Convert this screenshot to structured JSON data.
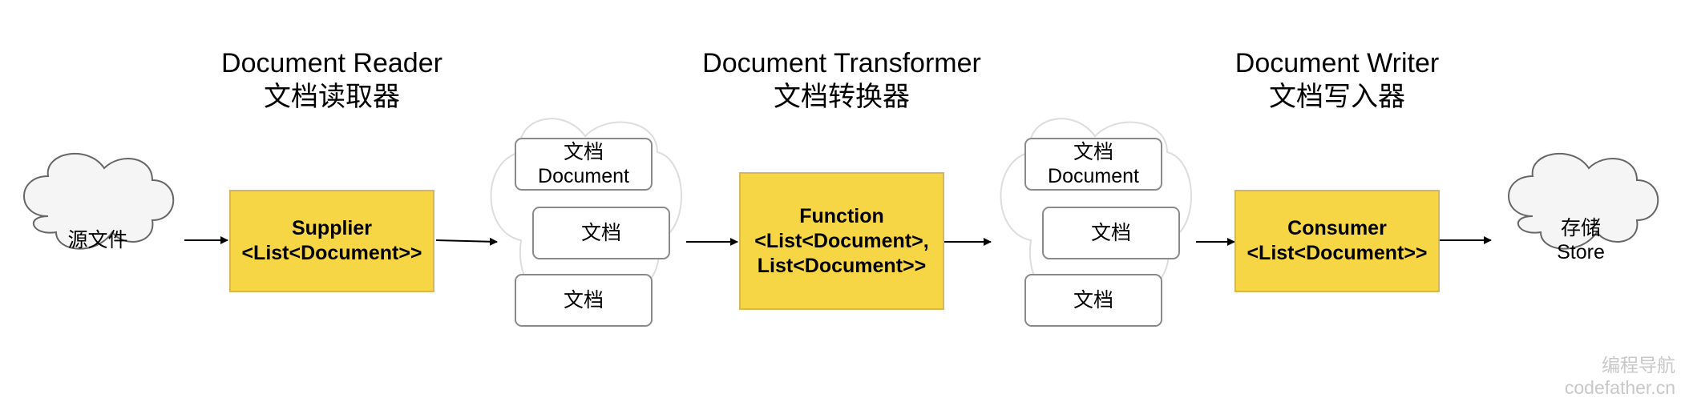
{
  "source": {
    "label": "源文件"
  },
  "reader": {
    "title_en": "Document Reader",
    "title_cn": "文档读取器",
    "line1": "Supplier",
    "line2": "<List<Document>>"
  },
  "documents_1": {
    "item1_cn": "文档",
    "item1_en": "Document",
    "item2": "文档",
    "item3": "文档"
  },
  "transformer": {
    "title_en": "Document Transformer",
    "title_cn": "文档转换器",
    "line1": "Function",
    "line2": "<List<Document>,",
    "line3": "List<Document>>"
  },
  "documents_2": {
    "item1_cn": "文档",
    "item1_en": "Document",
    "item2": "文档",
    "item3": "文档"
  },
  "writer": {
    "title_en": "Document Writer",
    "title_cn": "文档写入器",
    "line1": "Consumer",
    "line2": "<List<Document>>"
  },
  "store": {
    "label_cn": "存储",
    "label_en": "Store"
  },
  "watermark": {
    "line1": "编程导航",
    "line2": "codefather.cn"
  },
  "colors": {
    "process_fill": "#f7d646",
    "process_border": "#d6b656",
    "cloud_fill": "#f5f5f5",
    "cloud_border": "#666666",
    "doc_border": "#8a8a8a"
  }
}
